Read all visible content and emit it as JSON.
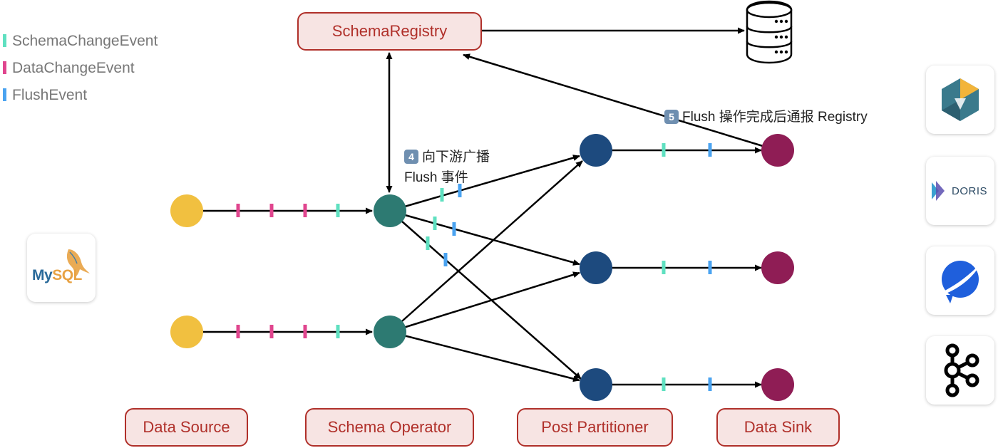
{
  "legend": [
    {
      "label": "SchemaChangeEvent",
      "color": "#5fe0c0"
    },
    {
      "label": "DataChangeEvent",
      "color": "#e0458e"
    },
    {
      "label": "FlushEvent",
      "color": "#4aa3f0"
    }
  ],
  "schema_registry": {
    "label": "SchemaRegistry"
  },
  "stages": {
    "data_source": "Data Source",
    "schema_operator": "Schema Operator",
    "post_partitioner": "Post Partitioner",
    "data_sink": "Data Sink"
  },
  "annotations": {
    "broadcast": {
      "badge": "4",
      "line1": "向下游广播",
      "line2": "Flush 事件"
    },
    "notify": {
      "badge": "5",
      "text": "Flush 操作完成后通报 Registry"
    }
  },
  "colors": {
    "source_node": "#f1c040",
    "operator_node": "#2d7a72",
    "partition_node": "#1d4a7e",
    "sink_node": "#8f1d55",
    "stage_border": "#b0302a",
    "stage_fill": "#f7e4e3"
  },
  "icons": {
    "storage": "database-icon",
    "source_logo": "mysql-logo-icon",
    "sink_logos": [
      "starrocks-logo-icon",
      "doris-logo-icon",
      "paimon-logo-icon",
      "kafka-logo-icon"
    ]
  },
  "logos": {
    "mysql": {
      "text_my": "My",
      "text_sql": "SQL"
    },
    "doris": {
      "text": "DORIS"
    }
  }
}
